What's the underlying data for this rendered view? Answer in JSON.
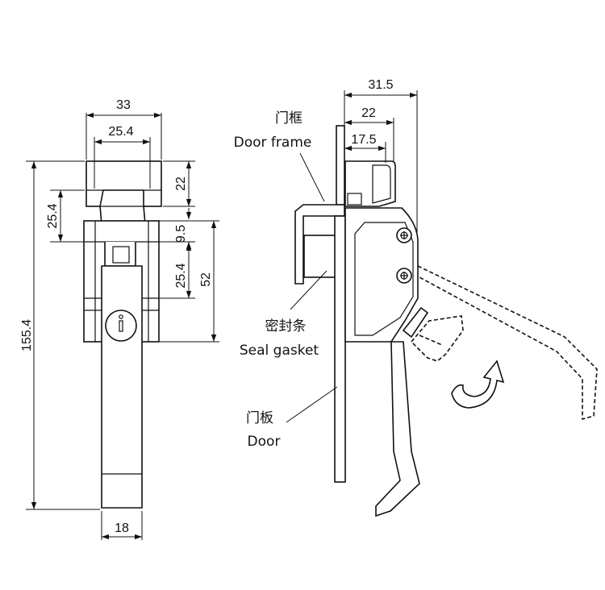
{
  "front_view": {
    "dim_width_top": "33",
    "dim_inner_top": "25.4",
    "dim_head_height": "22",
    "dim_gap_left": "25.4",
    "dim_small": "9.5",
    "dim_mid": "25.4",
    "dim_body": "52",
    "dim_total_height": "155.4",
    "dim_handle_width": "18"
  },
  "side_view": {
    "dim_total_depth": "31.5",
    "dim_depth_22": "22",
    "dim_depth_17_5": "17.5"
  },
  "labels": {
    "door_frame_cn": "门框",
    "door_frame_en": "Door frame",
    "seal_gasket_cn": "密封条",
    "seal_gasket_en": "Seal gasket",
    "door_cn": "门板",
    "door_en": "Door"
  }
}
